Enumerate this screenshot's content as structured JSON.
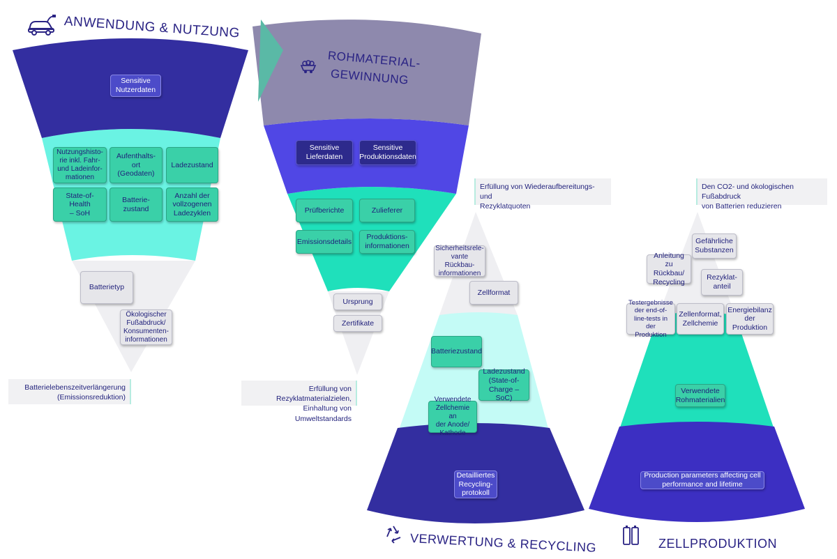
{
  "sections": {
    "anwendung": {
      "title": "ANWENDUNG & NUTZUNG",
      "top_box": "Sensitive\nNutzerdaten",
      "boxes": [
        "Nutzungshisto-\nrie inkl. Fahr-\nund Ladeinfor-\nmationen",
        "Aufenthalts-\nort\n(Geodaten)",
        "Ladezustand",
        "State-of-Health\n– SoH",
        "Batterie-\nzustand",
        "Anzahl der\nvollzogenen\nLadezyklen"
      ],
      "grey_boxes": [
        "Batterietyp",
        "Ökologischer\nFußabdruck/\nKonsumenten-\ninformationen"
      ],
      "note": "Batterielebenszeitverlängerung\n(Emissionsreduktion)"
    },
    "rohmaterial": {
      "title_line1": "ROHMATERIAL-",
      "title_line2": "GEWINNUNG",
      "blue_boxes": [
        "Sensitive\nLieferdaten",
        "Sensitive\nProduktionsdaten"
      ],
      "teal_boxes": [
        "Prüfberichte",
        "Zulieferer",
        "Emissionsdetails",
        "Produktions-\ninformationen"
      ],
      "grey_boxes": [
        "Ursprung",
        "Zertifikate"
      ],
      "note": "Erfüllung von Rezyklatmaterialzielen,\nEinhaltung von Umweltstandards"
    },
    "recycling": {
      "title": "VERWERTUNG & RECYCLING",
      "note": "Erfüllung von Wiederaufbereitungs- und\nRezyklatquoten",
      "grey_boxes": [
        "Sicherheitsrele-\nvante Rückbau-\ninformationen",
        "Zellformat"
      ],
      "teal_boxes": [
        "Batteriezustand",
        "Ladezustand\n(State-of-\nCharge – SoC)",
        "Verwendete\nZellchemie an\nder Anode/\nKathode"
      ],
      "dark_box": "Detailliertes\nRecycling-\nprotokoll"
    },
    "zellproduktion": {
      "title": "ZELLPRODUKTION",
      "note": "Den CO2- und ökologischen Fußabdruck\nvon Batterien reduzieren",
      "grey_boxes": [
        "Gefährliche\nSubstanzen",
        "Anleitung zu\nRückbau/\nRecycling",
        "Rezyklat-\nanteil",
        "Testergebnisse\nder end-of-\nline-tests in der\nProduktion",
        "Zellenformat,\nZellchemie",
        "Energiebilanz\nder\nProduktion"
      ],
      "teal_box": "Verwendete\nRohmaterialien",
      "dark_box": "Production parameters affecting cell\nperformance and lifetime"
    }
  },
  "icons": [
    "car-charging-icon",
    "mine-cart-icon",
    "recycling-icon",
    "battery-cells-icon"
  ],
  "colors": {
    "dark_indigo": "#332ea0",
    "indigo": "#5047e5",
    "grey_violet": "#8e89ad",
    "teal": "#1fe0bb",
    "aqua": "#6af3e3",
    "pale_aqua": "#c4fbf6",
    "light_grey": "#efeff2",
    "title_text": "#2a2384"
  }
}
